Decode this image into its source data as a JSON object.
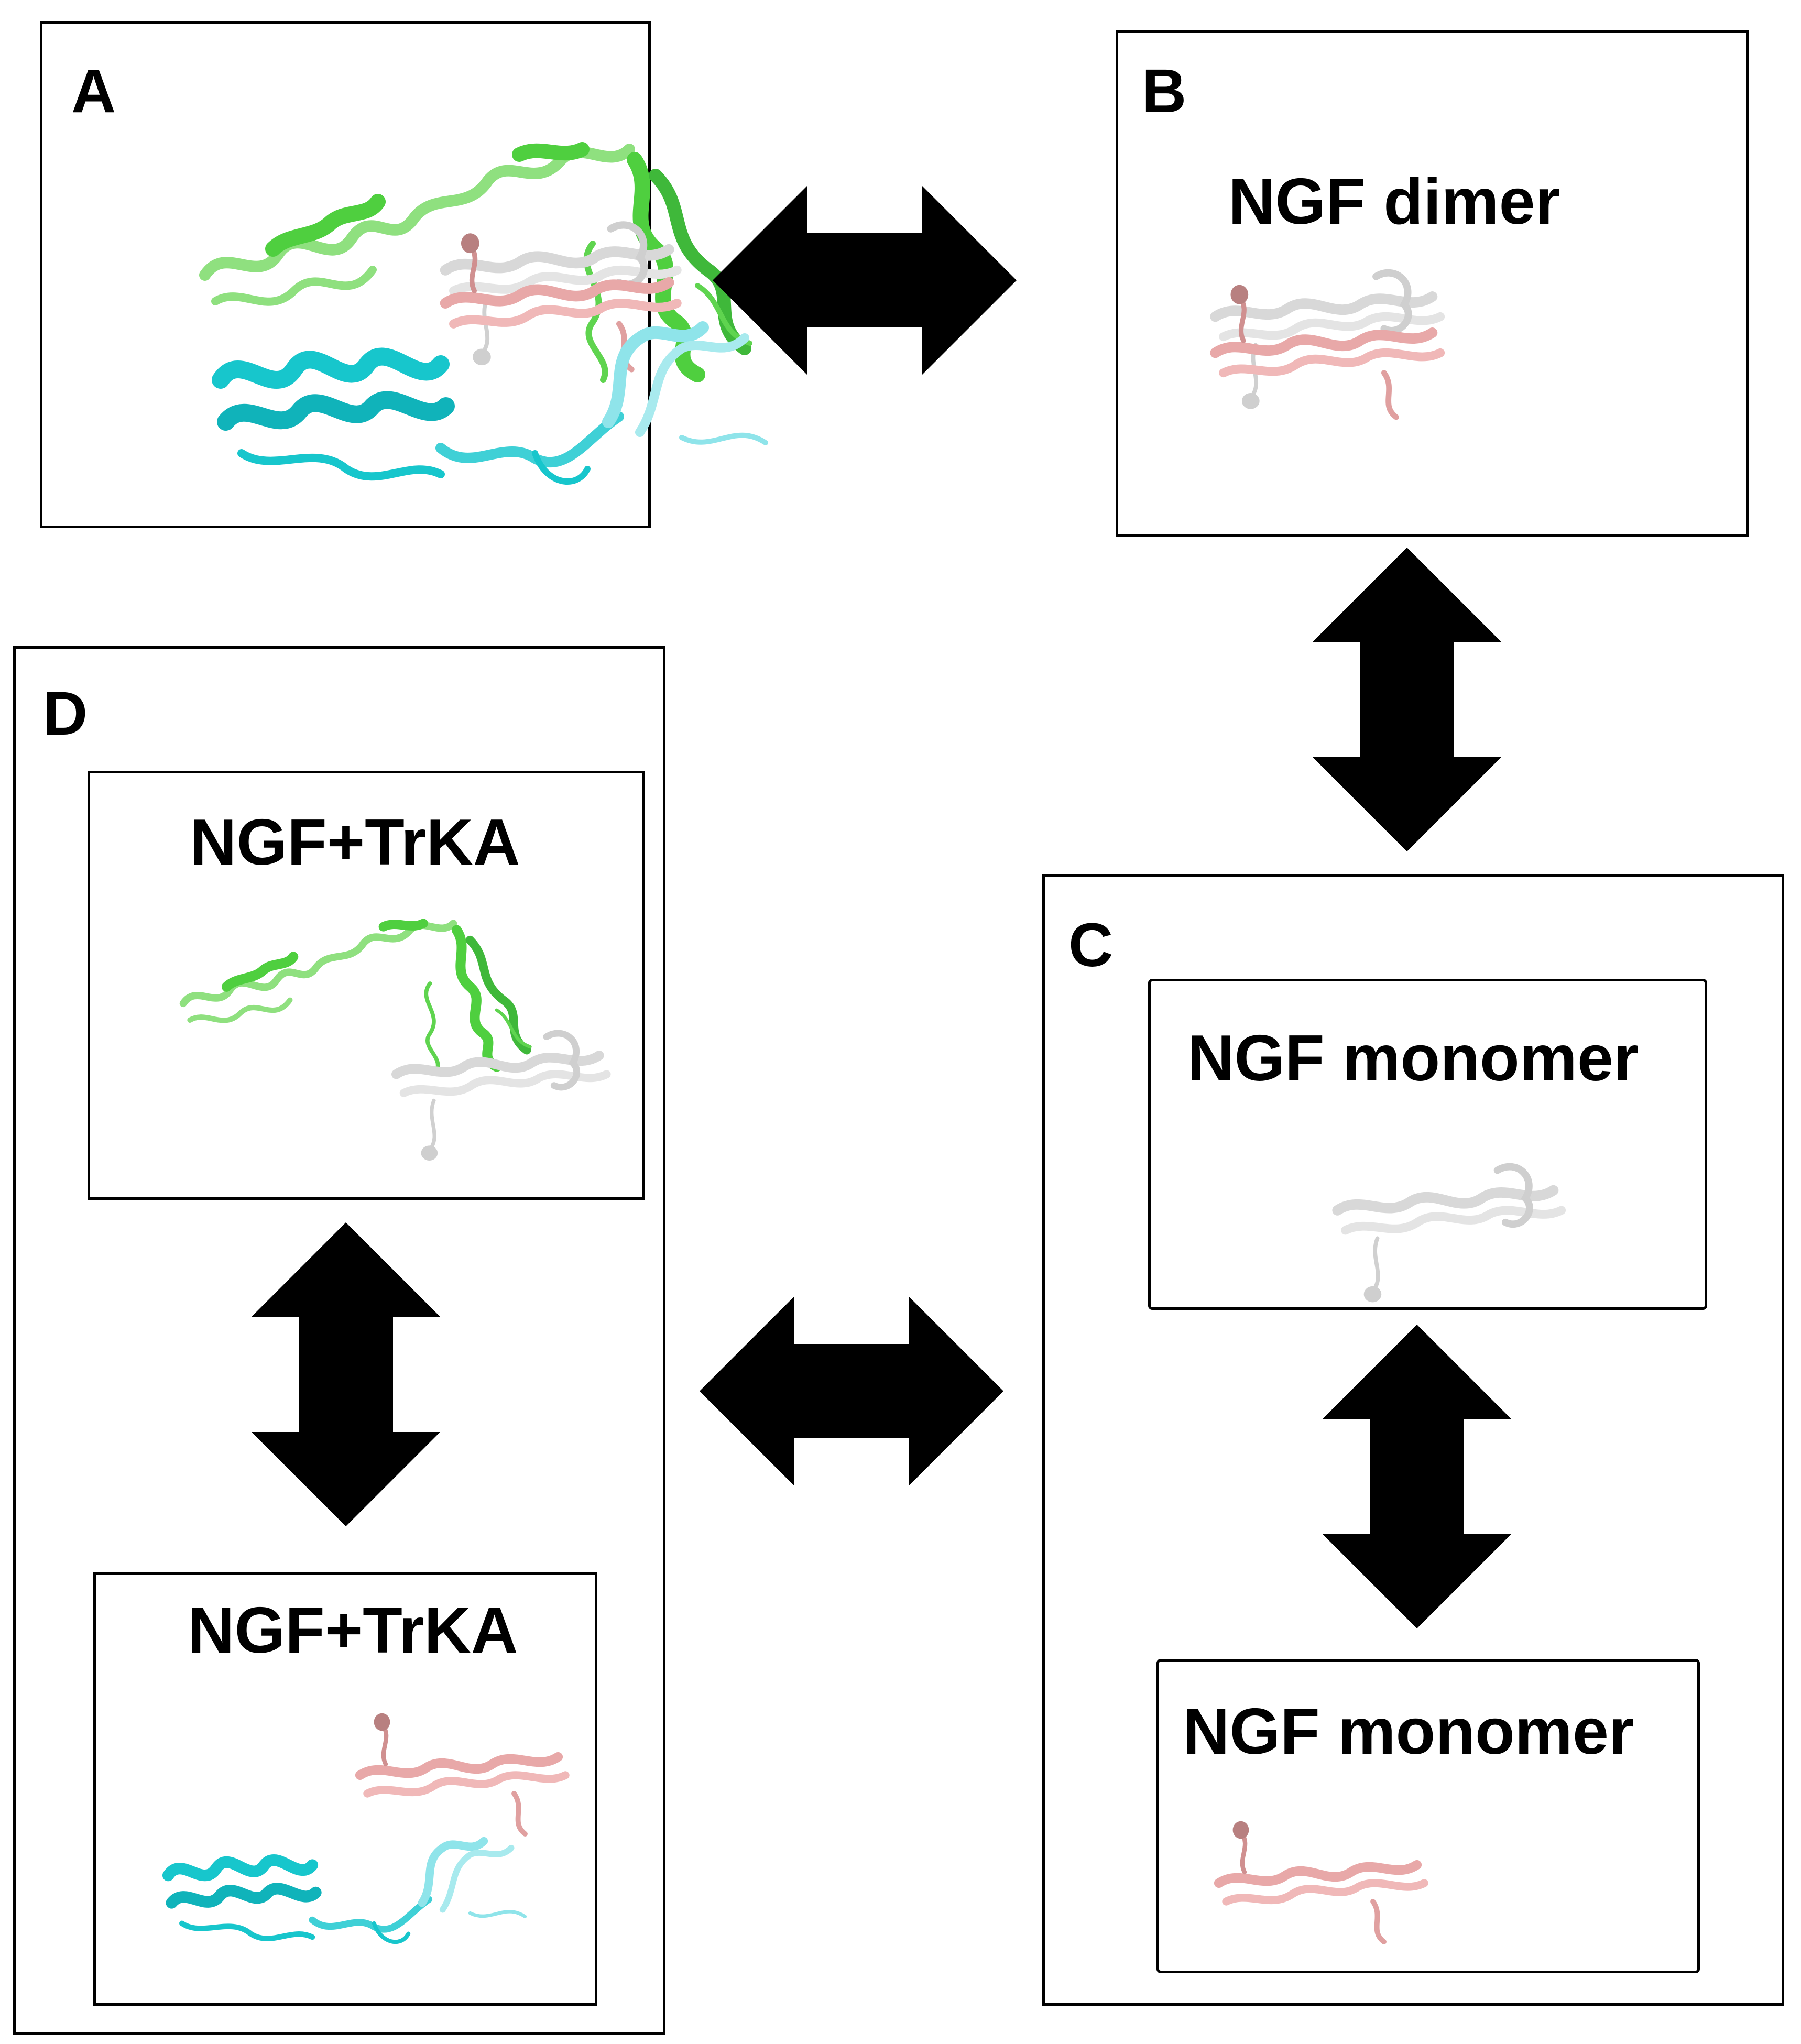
{
  "panels": {
    "a": {
      "letter": "A"
    },
    "b": {
      "letter": "B",
      "title": "NGF dimer"
    },
    "c": {
      "letter": "C",
      "top_title": "NGF monomer",
      "bottom_title": "NGF monomer"
    },
    "d": {
      "letter": "D",
      "top_title": "NGF+TrKA",
      "bottom_title": "NGF+TrKA"
    }
  },
  "colors": {
    "trka_green": "#4fcf3f",
    "trka_green_light": "#8fe07f",
    "receptor_cyan": "#17c6cc",
    "receptor_cyan_light": "#8fe4ea",
    "ngf_pink": "#e8a8a8",
    "ngf_white": "#d8d8d8",
    "arrow": "#000000"
  }
}
